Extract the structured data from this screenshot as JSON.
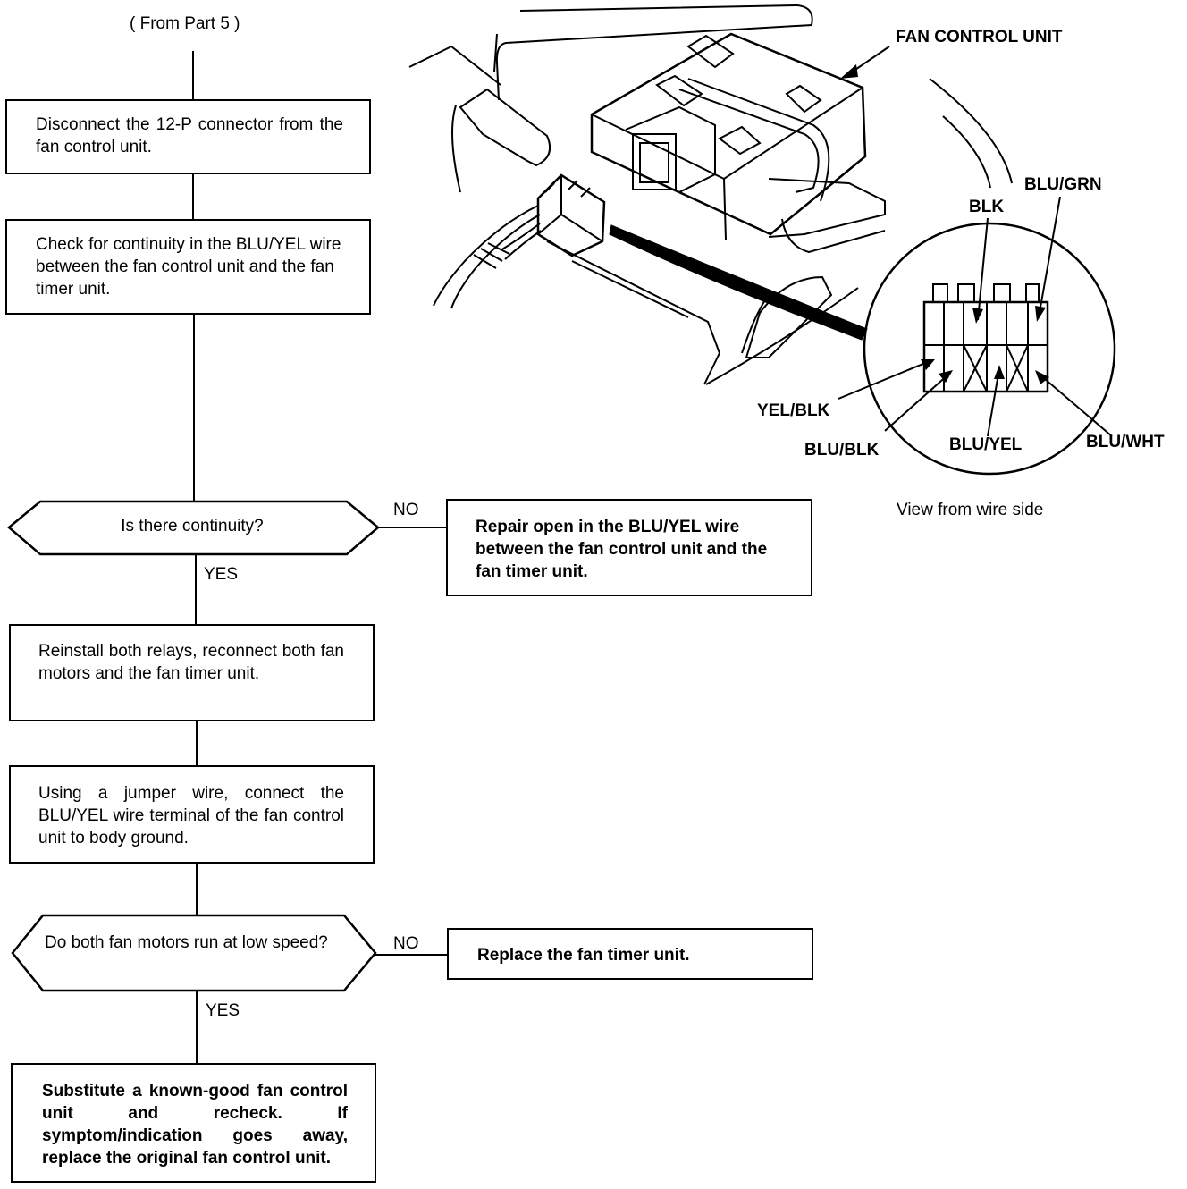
{
  "flowchart": {
    "from_part": "( From Part 5 )",
    "step1": "Disconnect the 12-P connector from the fan control unit.",
    "step2": "Check for continuity in the BLU/YEL wire between the fan control unit and the fan timer unit.",
    "decision1": "Is there continuity?",
    "decision1_no_label": "NO",
    "decision1_yes_label": "YES",
    "repair_box": "Repair open in the BLU/YEL wire between the fan control unit and the fan timer unit.",
    "step3": "Reinstall both relays, reconnect both fan motors and the fan timer unit.",
    "step4": "Using a jumper wire, connect the BLU/YEL wire terminal of the fan control unit to body ground.",
    "decision2": "Do both fan motors run at low speed?",
    "decision2_no_label": "NO",
    "decision2_yes_label": "YES",
    "replace_box": "Replace the fan timer unit.",
    "final_box": "Substitute a known-good fan control unit and recheck. If symptom/indication goes away, replace the original fan control unit."
  },
  "illustration": {
    "title": "FAN CONTROL UNIT",
    "wires": {
      "blk": "BLK",
      "blu_grn": "BLU/GRN",
      "yel_blk": "YEL/BLK",
      "blu_blk": "BLU/BLK",
      "blu_yel": "BLU/YEL",
      "blu_wht": "BLU/WHT"
    },
    "caption": "View from wire side"
  }
}
